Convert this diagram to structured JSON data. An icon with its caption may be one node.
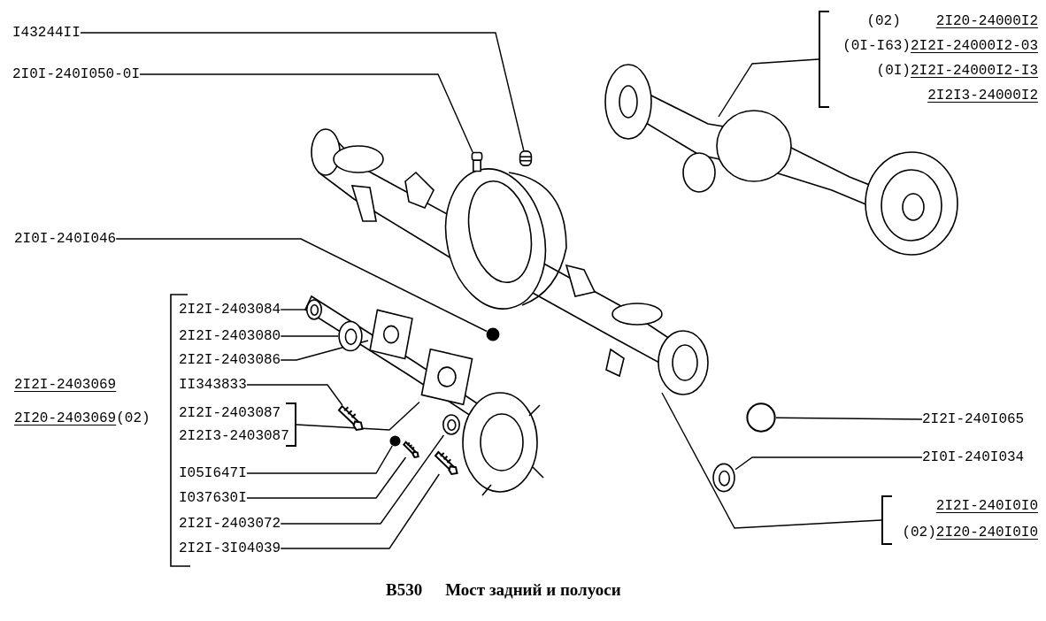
{
  "diagram": {
    "title": "Мост задний и полуоси",
    "nodes": [
      {
        "text": [
          "I43244II"
        ]
      },
      {
        "text": [
          "2I0I-240I050-0I"
        ]
      },
      {
        "text": [
          "2I0I-240I046"
        ]
      },
      {
        "text": [
          "(02)",
          "2I20-24000I2",
          "(0I-I63)",
          "2I2I-24000I2-03",
          "(0I)",
          "2I2I-24000I2-I3",
          "2I2I3-24000I2"
        ]
      },
      {
        "text": [
          "2I2I-2403069",
          "2I20-2403069",
          "(02)"
        ]
      },
      {
        "text": [
          "2I2I-2403084"
        ]
      },
      {
        "text": [
          "2I2I-2403080"
        ]
      },
      {
        "text": [
          "2I2I-2403086"
        ]
      },
      {
        "text": [
          "II343833"
        ]
      },
      {
        "text": [
          "2I2I-2403087",
          "2I2I3-2403087"
        ]
      },
      {
        "text": [
          "I05I647I"
        ]
      },
      {
        "text": [
          "I037630I"
        ]
      },
      {
        "text": [
          "2I2I-2403072"
        ]
      },
      {
        "text": [
          "2I2I-3I04039"
        ]
      },
      {
        "text": [
          "2I2I-240I065"
        ]
      },
      {
        "text": [
          "2I0I-240I034"
        ]
      },
      {
        "text": [
          "2I2I-240I0I0",
          "(02)",
          "2I20-240I0I0"
        ]
      },
      {
        "text": [],
        "shape": "picture"
      },
      {
        "text": [],
        "shape": "picture"
      },
      {
        "text": [],
        "shape": "circle"
      },
      {
        "text": [],
        "shape": "picture"
      },
      {
        "text": [],
        "shape": "picture"
      },
      {
        "text": [],
        "shape": "picture"
      },
      {
        "text": [],
        "shape": "bolt"
      },
      {
        "text": [],
        "shape": "picture"
      },
      {
        "text": [],
        "shape": "circle"
      },
      {
        "text": [],
        "shape": "bolt"
      },
      {
        "text": [],
        "shape": "picture"
      },
      {
        "text": [],
        "shape": "bolt"
      },
      {
        "text": [],
        "shape": "circle"
      },
      {
        "text": [],
        "shape": "picture"
      }
    ],
    "edges": [
      {
        "from": 0,
        "to": 17,
        "arrow": "none"
      },
      {
        "from": 1,
        "to": 18,
        "arrow": "none"
      },
      {
        "from": 2,
        "to": 19,
        "arrow": "none"
      },
      {
        "from": 3,
        "to": null,
        "arrow": "none"
      },
      {
        "from": 5,
        "to": 20,
        "arrow": "none"
      },
      {
        "from": 6,
        "to": 21,
        "arrow": "none"
      },
      {
        "from": 7,
        "to": 22,
        "arrow": "none"
      },
      {
        "from": 8,
        "to": 23,
        "arrow": "none"
      },
      {
        "from": 9,
        "to": 24,
        "arrow": "none"
      },
      {
        "from": 10,
        "to": 25,
        "arrow": "none"
      },
      {
        "from": 11,
        "to": 26,
        "arrow": "none"
      },
      {
        "from": 12,
        "to": 27,
        "arrow": "none"
      },
      {
        "from": 13,
        "to": 28,
        "arrow": "none"
      },
      {
        "from": 14,
        "to": 29,
        "arrow": "none"
      },
      {
        "from": 15,
        "to": 30,
        "arrow": "none"
      },
      {
        "from": 16,
        "to": null,
        "arrow": "none"
      }
    ],
    "labels": [
      "B530"
    ]
  }
}
